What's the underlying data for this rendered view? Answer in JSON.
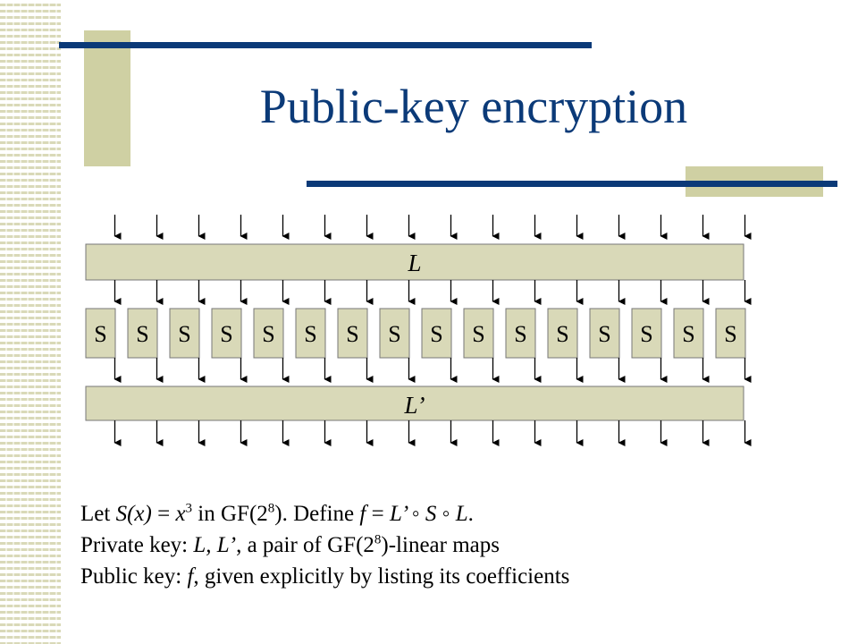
{
  "slide": {
    "title": "Public-key encryption",
    "colors": {
      "navy": "#0b3a78",
      "olive": "#cfd0a3",
      "box_fill": "#d9d9b8",
      "box_stroke": "#777777"
    }
  },
  "diagram": {
    "top_layer_label": "L",
    "bottom_layer_label": "L’",
    "sbox_label": "S",
    "sbox_count": 16
  },
  "text": {
    "line1": {
      "let": "Let ",
      "sx": "S(x)",
      "eq": " = ",
      "x": "x",
      "exp3": "3",
      "in": " in GF(2",
      "exp8": "8",
      "close": ").  Define ",
      "f": "f",
      "eq2": " = ",
      "composition": "L’ ◦ S ◦ L",
      "period": "."
    },
    "line2": {
      "prefix": "Private key: ",
      "keys": "L, L’",
      "middle": ", a pair of GF(2",
      "exp8": "8",
      "suffix": ")-linear maps"
    },
    "line3": {
      "prefix": "Public key: ",
      "f": "f",
      "suffix": ", given explicitly by listing its coefficients"
    }
  }
}
